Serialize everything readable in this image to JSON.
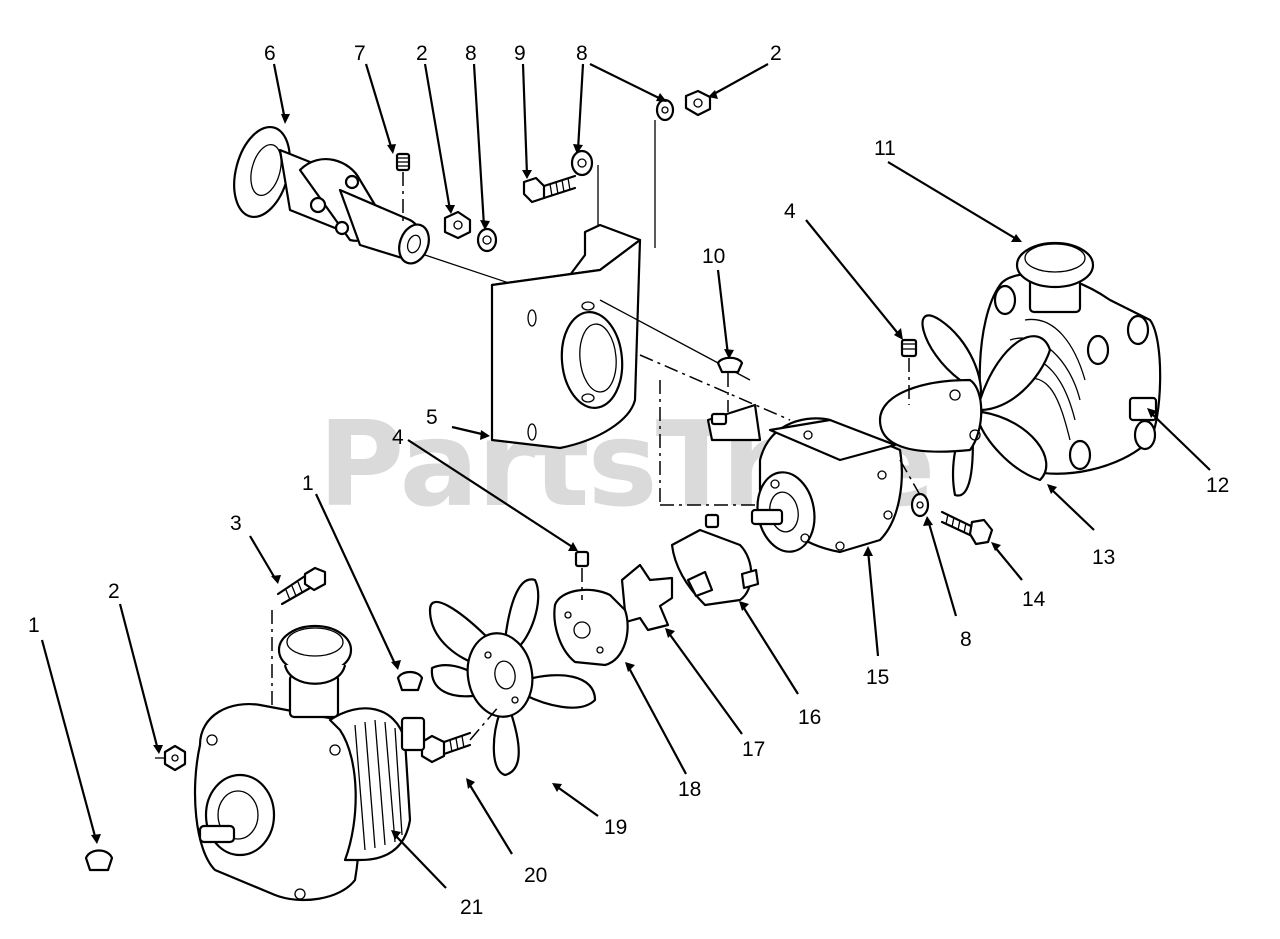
{
  "watermark": "PartsTree",
  "callouts": {
    "c1a": "1",
    "c1b": "1",
    "c2a": "2",
    "c2b": "2",
    "c2c": "2",
    "c3": "3",
    "c4a": "4",
    "c4b": "4",
    "c5": "5",
    "c6": "6",
    "c7": "7",
    "c8a": "8",
    "c8b": "8",
    "c8c": "8",
    "c9": "9",
    "c10": "10",
    "c11": "11",
    "c12": "12",
    "c13": "13",
    "c14": "14",
    "c15": "15",
    "c16": "16",
    "c17": "17",
    "c18": "18",
    "c19": "19",
    "c20": "20",
    "c21": "21"
  }
}
